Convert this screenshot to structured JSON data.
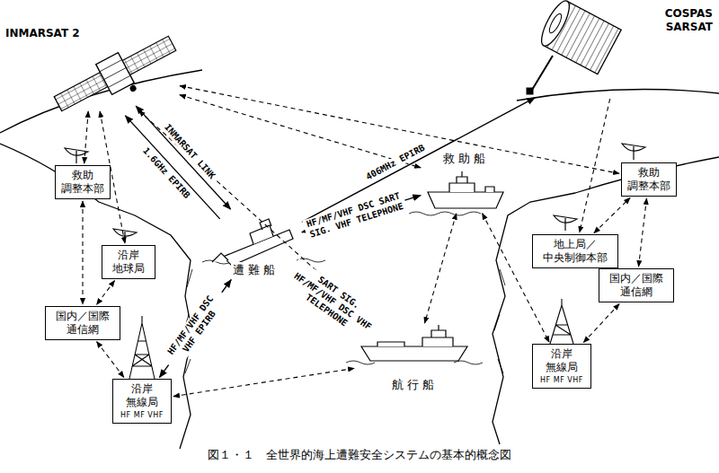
{
  "diagram": {
    "caption": "図１・１　全世界的海上遭難安全システムの基本的概念図",
    "nodes": [
      {
        "text": [
          "INMARSAT 2"
        ]
      },
      {
        "text": [
          "COSPAS SARSAT"
        ]
      },
      {
        "text": [
          "救助 調整本部"
        ]
      },
      {
        "text": [
          "沿岸 地球局"
        ]
      },
      {
        "text": [
          "国内／国際 通信網"
        ]
      },
      {
        "text": [
          "沿岸 無線局",
          "HF MF VHF"
        ]
      },
      {
        "text": [
          "救助船"
        ]
      },
      {
        "text": [
          "遭難船"
        ]
      },
      {
        "text": [
          "航行船"
        ]
      },
      {
        "text": [
          "地上局／ 中央制御本部"
        ]
      },
      {
        "text": [
          "救助 調整本部"
        ]
      },
      {
        "text": [
          "国内／国際 通信網"
        ]
      },
      {
        "text": [
          "沿岸 無線局",
          "HF MF VHF"
        ]
      }
    ],
    "edges": [
      {
        "from": 0,
        "to": 2,
        "arrow": "both"
      },
      {
        "from": 0,
        "to": 3,
        "arrow": "both"
      },
      {
        "from": 7,
        "to": 0,
        "arrow": "to",
        "label": "1.6GHz EPIRB"
      },
      {
        "from": 0,
        "to": 7,
        "arrow": "both",
        "label": "INMARSAT LINK"
      },
      {
        "from": 0,
        "to": 6,
        "arrow": "both"
      },
      {
        "from": 0,
        "to": 8,
        "arrow": "both"
      },
      {
        "from": 0,
        "to": 10,
        "arrow": "both"
      },
      {
        "from": 1,
        "to": 9,
        "arrow": "to"
      },
      {
        "from": 7,
        "to": 1,
        "arrow": "to",
        "label": "406MHz EPIRB"
      },
      {
        "from": 7,
        "to": 6,
        "arrow": "both",
        "label": "HF/MF/VHF DSC SART SIG. VHF TELEPHONE"
      },
      {
        "from": 7,
        "to": 8,
        "arrow": "both",
        "label": "SART SIG. HF/MF/VHF DSC VHF TELEPHONE"
      },
      {
        "from": 7,
        "to": 5,
        "arrow": "both",
        "label": "HF/MF/VHF DSC VHF EPIRB"
      },
      {
        "from": 2,
        "to": 4,
        "arrow": "both"
      },
      {
        "from": 3,
        "to": 4,
        "arrow": "both"
      },
      {
        "from": 4,
        "to": 5,
        "arrow": "both"
      },
      {
        "from": 5,
        "to": 8,
        "arrow": "both"
      },
      {
        "from": 6,
        "to": 8,
        "arrow": "both"
      },
      {
        "from": 6,
        "to": 12,
        "arrow": "both"
      },
      {
        "from": 9,
        "to": 10,
        "arrow": "both"
      },
      {
        "from": 10,
        "to": 11,
        "arrow": "both"
      },
      {
        "from": 11,
        "to": 12,
        "arrow": "both"
      },
      {
        "from": 9,
        "to": 11,
        "arrow": "both"
      }
    ]
  }
}
